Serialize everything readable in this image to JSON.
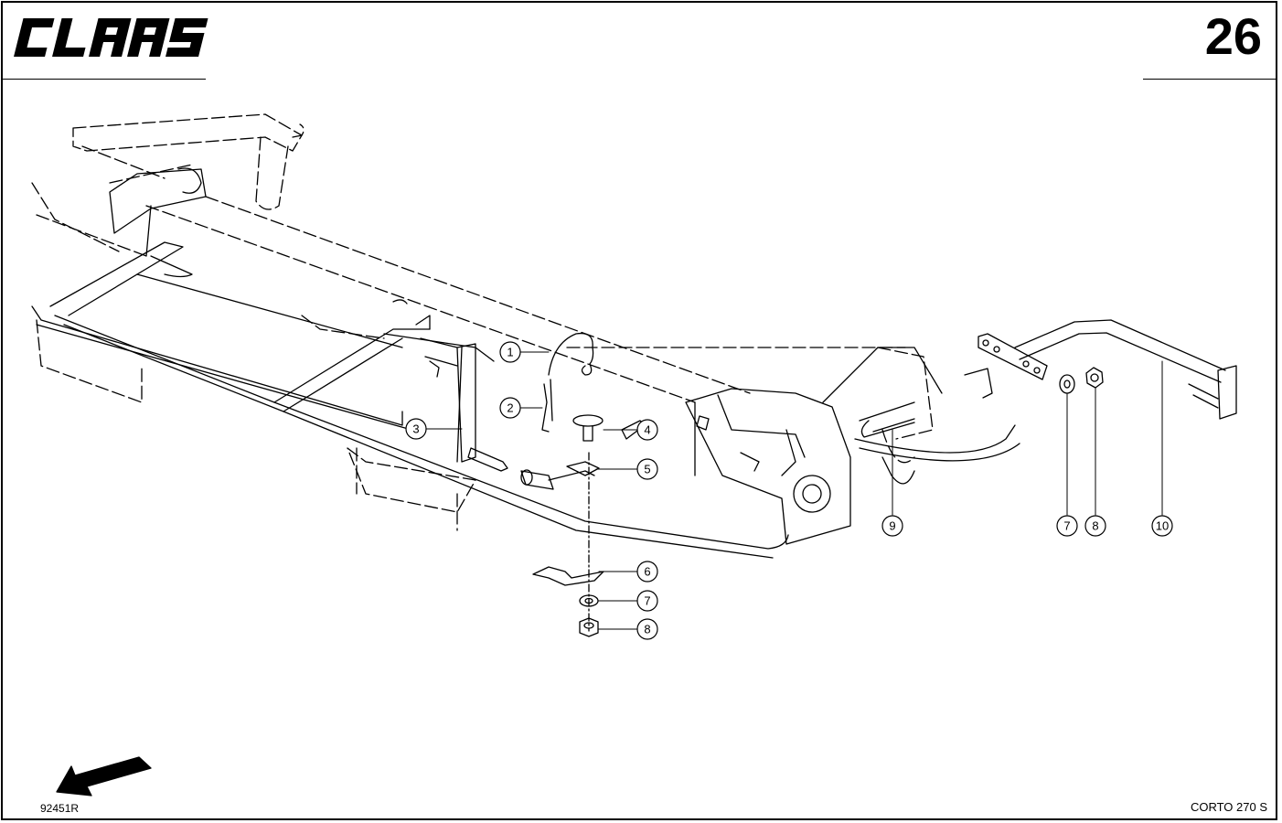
{
  "header": {
    "brand": "CLAAS",
    "page_number": "26"
  },
  "footer": {
    "drawing_code": "92451R",
    "model": "CORTO 270 S"
  },
  "callouts": [
    {
      "n": "1",
      "name": "callout-1"
    },
    {
      "n": "2",
      "name": "callout-2"
    },
    {
      "n": "3",
      "name": "callout-3"
    },
    {
      "n": "4",
      "name": "callout-4"
    },
    {
      "n": "5",
      "name": "callout-5"
    },
    {
      "n": "6",
      "name": "callout-6"
    },
    {
      "n": "7",
      "name": "callout-7-lower"
    },
    {
      "n": "8",
      "name": "callout-8-lower"
    },
    {
      "n": "9",
      "name": "callout-9"
    },
    {
      "n": "7",
      "name": "callout-7-right"
    },
    {
      "n": "8",
      "name": "callout-8-right"
    },
    {
      "n": "10",
      "name": "callout-10"
    }
  ],
  "icons": {
    "direction": "arrow-icon"
  }
}
